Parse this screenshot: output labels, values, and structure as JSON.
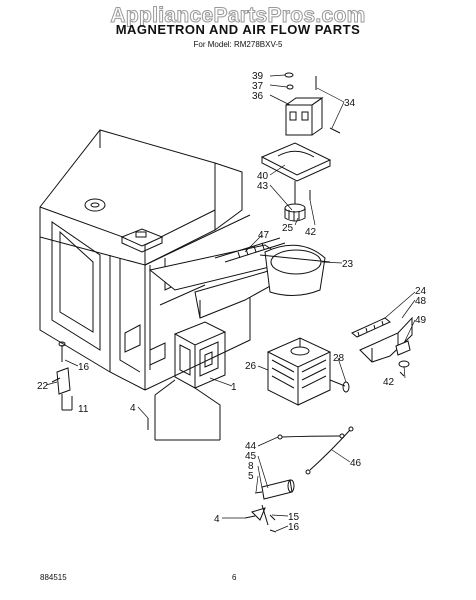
{
  "watermark": "AppliancePartsPros.com",
  "title": "MAGNETRON AND AIR FLOW PARTS",
  "subtitle": "For Model: RM278BXV-5",
  "footer": {
    "left": "884515",
    "center": "6"
  },
  "callouts": [
    {
      "id": "c39",
      "text": "39"
    },
    {
      "id": "c37",
      "text": "37"
    },
    {
      "id": "c36",
      "text": "36"
    },
    {
      "id": "c34",
      "text": "34"
    },
    {
      "id": "c40",
      "text": "40"
    },
    {
      "id": "c43",
      "text": "43"
    },
    {
      "id": "c25",
      "text": "25"
    },
    {
      "id": "c42a",
      "text": "42"
    },
    {
      "id": "c47",
      "text": "47"
    },
    {
      "id": "c23",
      "text": "23"
    },
    {
      "id": "c24",
      "text": "24"
    },
    {
      "id": "c48",
      "text": "48"
    },
    {
      "id": "c49",
      "text": "49"
    },
    {
      "id": "c42b",
      "text": "42"
    },
    {
      "id": "c26",
      "text": "26"
    },
    {
      "id": "c28",
      "text": "28"
    },
    {
      "id": "c1",
      "text": "1"
    },
    {
      "id": "c16a",
      "text": "16"
    },
    {
      "id": "c22",
      "text": "22"
    },
    {
      "id": "c11",
      "text": "11"
    },
    {
      "id": "c4a",
      "text": "4"
    },
    {
      "id": "c44",
      "text": "44"
    },
    {
      "id": "c45",
      "text": "45"
    },
    {
      "id": "c8",
      "text": "8"
    },
    {
      "id": "c5",
      "text": "5"
    },
    {
      "id": "c46",
      "text": "46"
    },
    {
      "id": "c4b",
      "text": "4"
    },
    {
      "id": "c15",
      "text": "15"
    },
    {
      "id": "c16b",
      "text": "16"
    }
  ]
}
